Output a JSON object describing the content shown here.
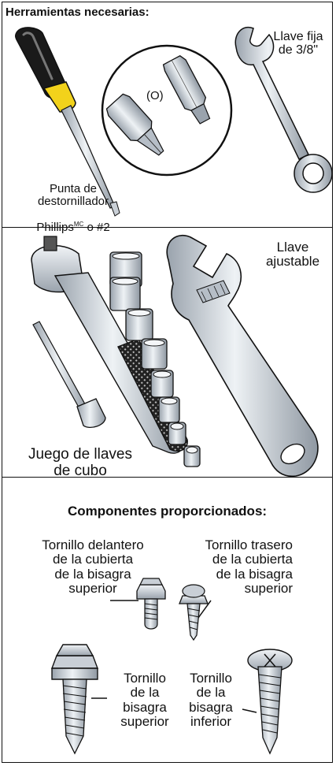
{
  "tools_heading": "Herramientas necesarias:",
  "tools": {
    "wrench_38": "Llave fija\nde 3/8\"",
    "bit_option": "(O)",
    "phillips_bit": "Punta de\ndestornillador",
    "phillips_bit_line2_prefix": "Phillips",
    "phillips_bit_mc": "MC",
    "phillips_bit_line2_suffix": " o #2",
    "adjustable_wrench": "Llave\najustable",
    "socket_set": "Juego de llaves\nde cubo"
  },
  "components_heading": "Componentes proporcionados:",
  "components": {
    "front_cover_screw": "Tornillo delantero\nde la cubierta\nde la bisagra\nsuperior",
    "rear_cover_screw": "Tornillo trasero\nde la cubierta\nde la bisagra\nsuperior",
    "top_hinge_screw": "Tornillo\nde la\nbisagra\nsuperior",
    "bottom_hinge_screw": "Tornillo\nde la\nbisagra\ninferior"
  },
  "colors": {
    "outline": "#111111",
    "metal": "#c9cfd6",
    "metal_light": "#e9edf1",
    "handle_black": "#1a1a1a",
    "handle_yellow": "#f2d21b"
  }
}
